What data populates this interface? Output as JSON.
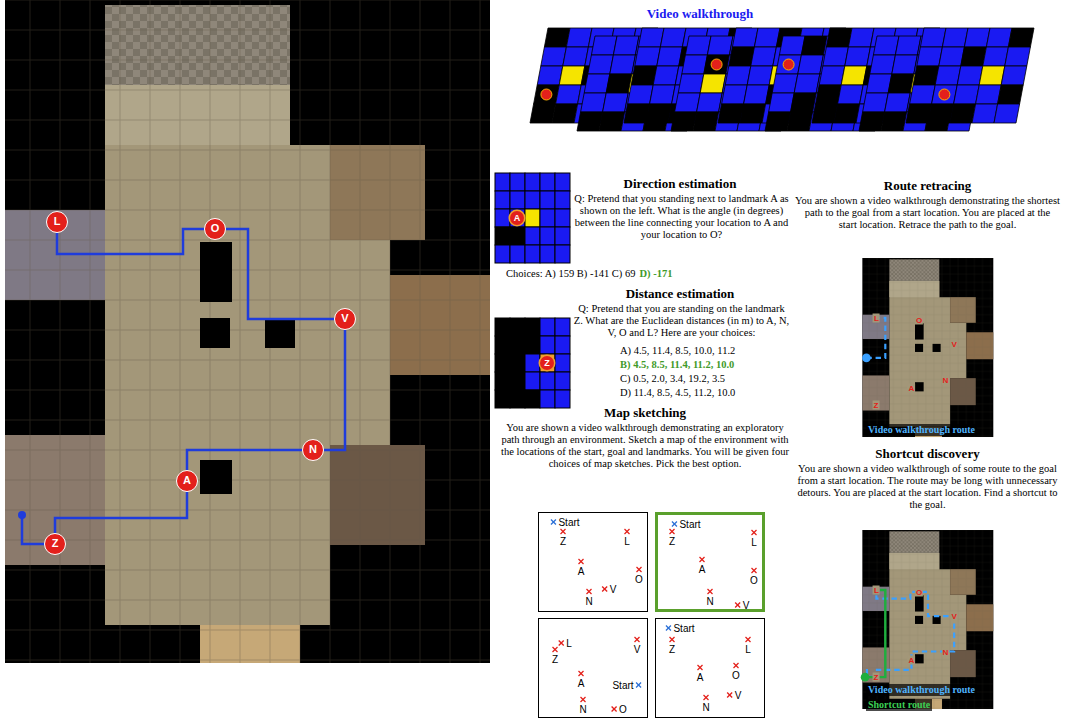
{
  "diagram": {
    "nodes": [
      {
        "text": [
          "L"
        ]
      },
      {
        "text": [
          "O"
        ]
      },
      {
        "text": [
          "V"
        ]
      },
      {
        "text": [
          "N"
        ]
      },
      {
        "text": [
          "A"
        ]
      },
      {
        "text": [
          "Z"
        ]
      },
      {
        "text": [
          "Start",
          "Z",
          "L",
          "A",
          "O",
          "N",
          "V"
        ]
      },
      {
        "text": [
          "Start",
          "Z",
          "L",
          "A",
          "O",
          "N",
          "V"
        ]
      },
      {
        "text": [
          "Start",
          "Z",
          "L",
          "A",
          "O",
          "N",
          "V"
        ]
      },
      {
        "text": [
          "Start",
          "Z",
          "L",
          "A",
          "O",
          "N",
          "V"
        ]
      }
    ],
    "edges": [
      {
        "from": 5,
        "to": 4,
        "arrow": "none"
      },
      {
        "from": 4,
        "to": 3,
        "arrow": "none"
      },
      {
        "from": 3,
        "to": 2,
        "arrow": "none"
      },
      {
        "from": 2,
        "to": 1,
        "arrow": "none"
      },
      {
        "from": 1,
        "to": 0,
        "arrow": "none"
      }
    ],
    "labels": [
      "Video walkthrough",
      "Direction estimation",
      "Q: Pretend that you standing next to landmark A as shown on the left. What is the angle (in degrees) between the line connecting your location to A and your location to O?",
      "A",
      "Choices: A) 159 B) -141 C) 69",
      "D) -171",
      "Distance estimation",
      "Q: Pretend that you are standing on the landmark Z. What are the Euclidean distances (in m) to A, N, V, O and L? Here are your choices:",
      "Z",
      "A) 4.5, 11.4, 8.5, 10.0, 11.2",
      "B) 4.5, 8.5, 11.4, 11.2, 10.0",
      "C) 0.5, 2.0, 3.4, 19.2, 3.5",
      "D) 11.4, 8.5, 4.5, 11.2, 10.0",
      "Map sketching",
      "You are shown a video walkthrough demonstrating an exploratory path through an environment. Sketch a map of the environment with the locations of the start, goal and landmarks. You will be given four choices of map sketches. Pick the best option.",
      "Route retracing",
      "You are shown a video walkthrough demonstrating the shortest path to the goal from a start location. You are placed at the start location. Retrace the path to the goal.",
      "L",
      "O",
      "V",
      "N",
      "A",
      "Z",
      "Video walkthrough route",
      "Shortcut discovery",
      "You are shown a video walkthrough of some route to the goal from a start location. The route may be long with unnecessary detours. You are placed at the start location. Find a shortcut to the goal.",
      "L",
      "O",
      "V",
      "N",
      "A",
      "Z",
      "Video walkthrough route",
      "Shortcut route"
    ]
  }
}
